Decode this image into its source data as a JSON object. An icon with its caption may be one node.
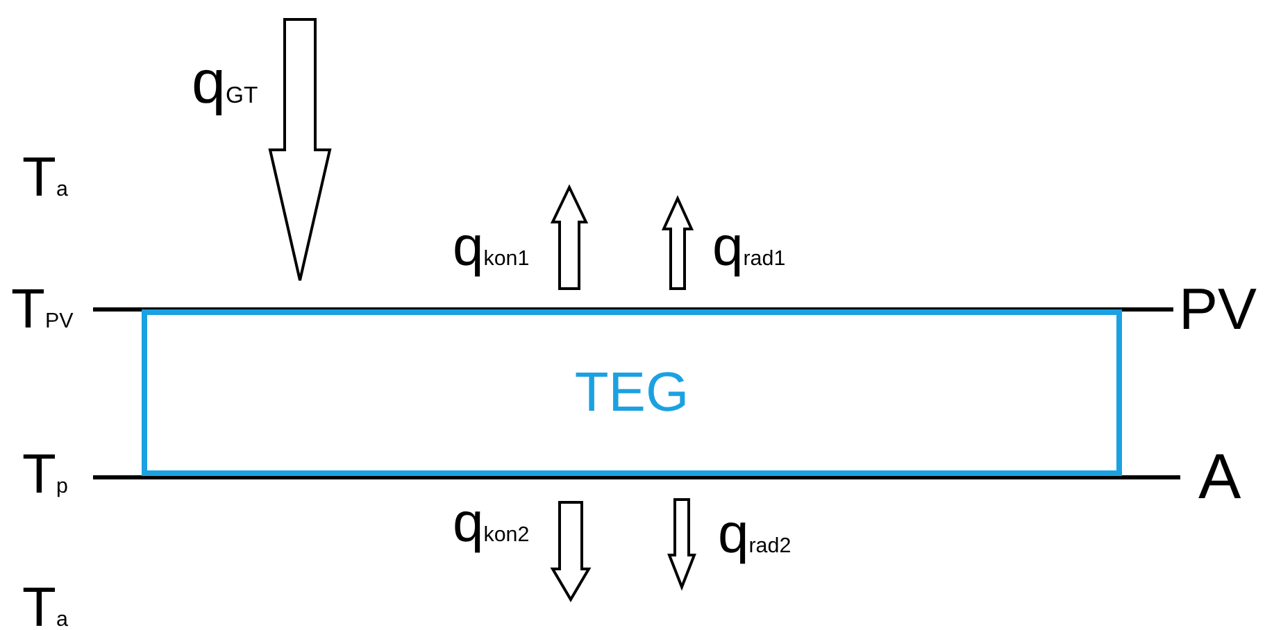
{
  "diagram": {
    "nodes": [
      {
        "text": [
          "TEG"
        ]
      }
    ],
    "labels": [
      "q$_{GT}$",
      "T$_{a}$",
      "q$_{kon1}$",
      "q$_{rad1}$",
      "T$_{PV}$",
      "PV",
      "T$_{p}$",
      "A",
      "q$_{kon2}$",
      "q$_{rad2}$",
      "T$_{a}$"
    ]
  }
}
